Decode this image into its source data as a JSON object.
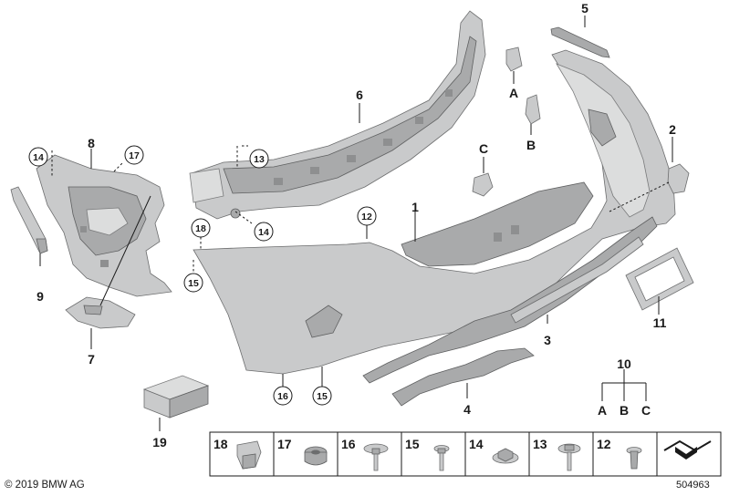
{
  "callouts": {
    "c1": "1",
    "c2": "2",
    "c3": "3",
    "c4": "4",
    "c5": "5",
    "c6": "6",
    "c7": "7",
    "c8": "8",
    "c9": "9",
    "c10": "10",
    "c11": "11",
    "c12": "12",
    "c13": "13",
    "c14a": "14",
    "c14b": "14",
    "c15a": "15",
    "c15b": "15",
    "c16": "16",
    "c17": "17",
    "c18": "18",
    "c19": "19",
    "cA1": "A",
    "cB1": "B",
    "cC1": "C",
    "cA2": "A",
    "cB2": "B",
    "cC2": "C"
  },
  "legend_strip": {
    "items": [
      "18",
      "17",
      "16",
      "15",
      "14",
      "13",
      "12"
    ]
  },
  "footer": {
    "copyright": "© 2019 BMW AG",
    "figure_number": "504963"
  }
}
